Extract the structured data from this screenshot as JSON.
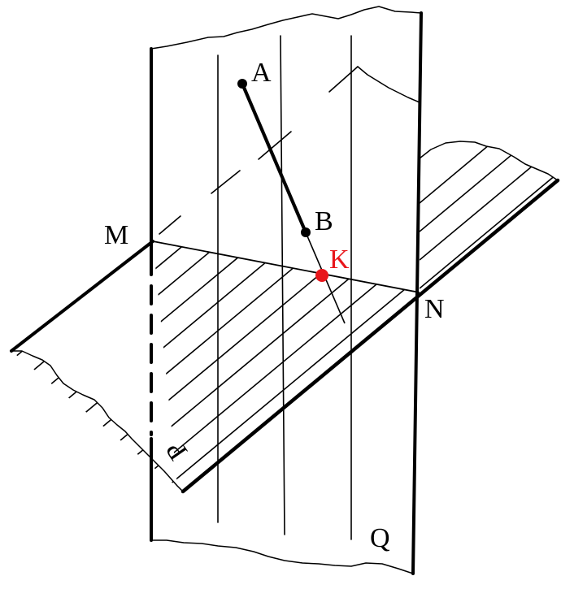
{
  "labels": {
    "A": "A",
    "B": "B",
    "K": "K",
    "M": "M",
    "N": "N",
    "P": "P",
    "Q": "Q"
  },
  "colors": {
    "ink": "#000000",
    "highlight": "#e8161b",
    "background": "#ffffff"
  }
}
